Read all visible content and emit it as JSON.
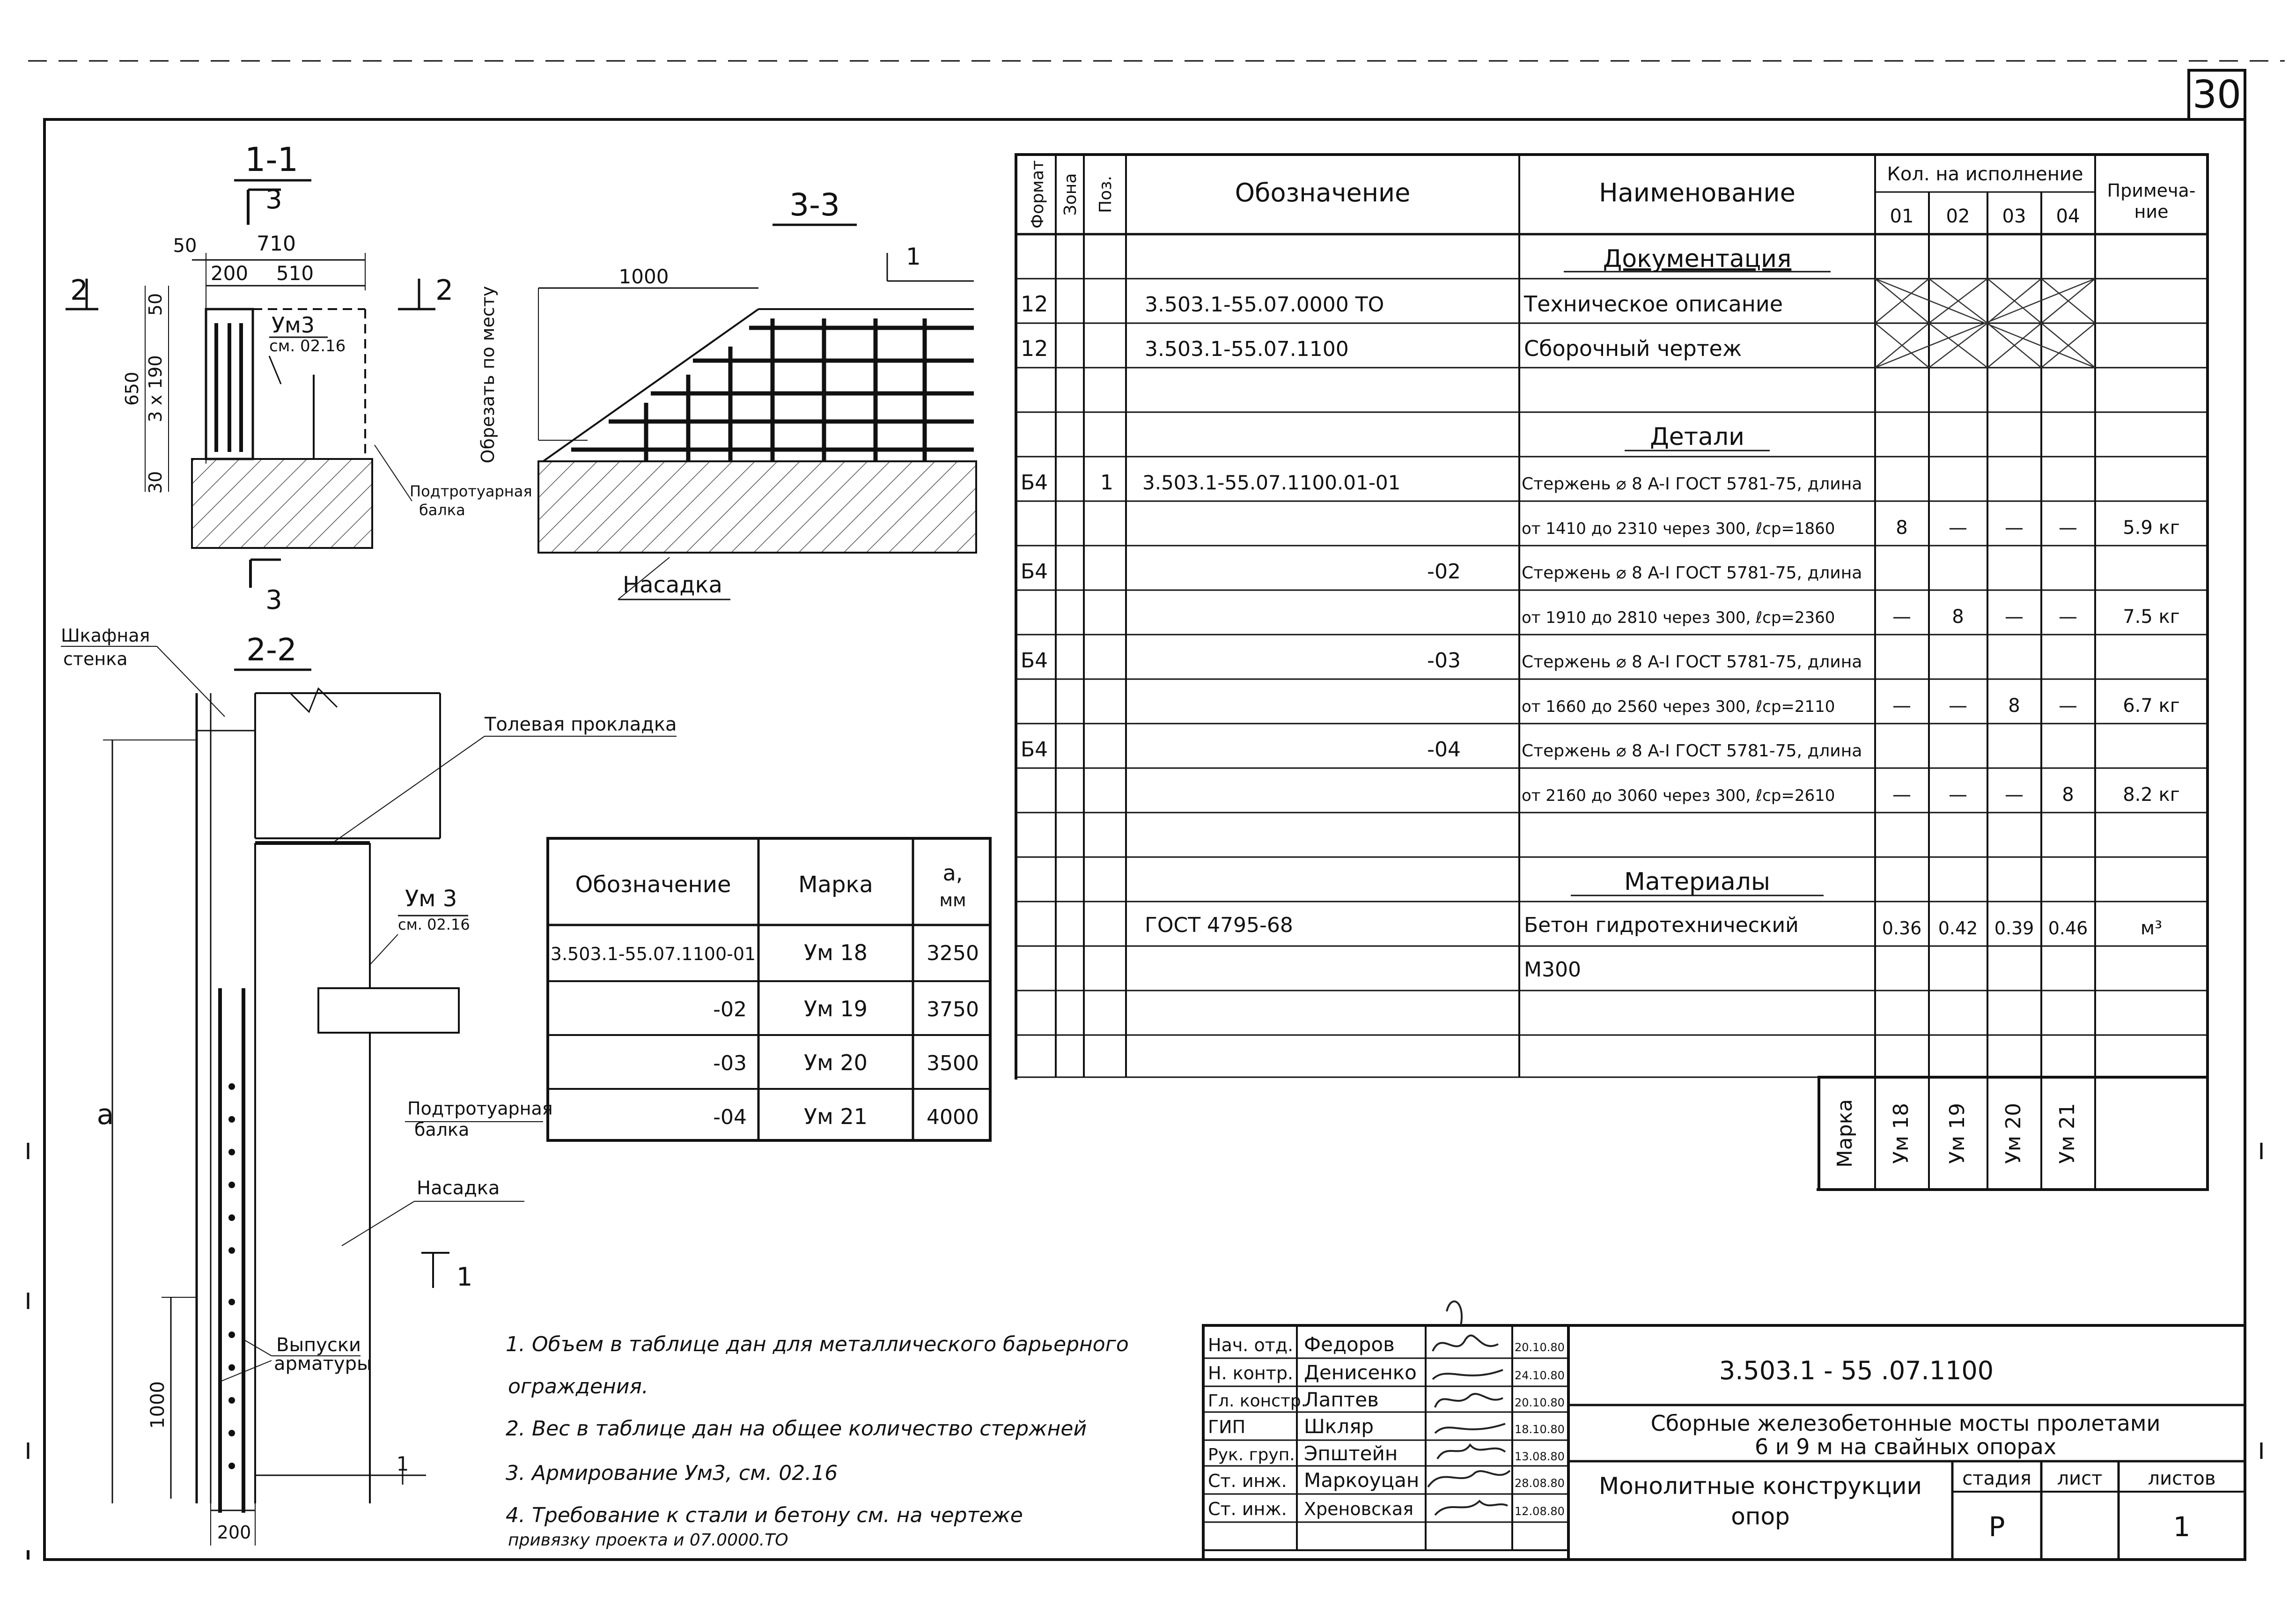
{
  "sheet_number": "30",
  "view_1_1": {
    "title": "1-1",
    "cut_ref": "3",
    "dims": {
      "top": "710",
      "left_offset": "50",
      "w1": "200",
      "w2": "510",
      "h_top": "50",
      "h_total": "650",
      "h_mid": "3 x 190",
      "h_bottom": "30"
    },
    "arrow_left": "2",
    "arrow_right": "2",
    "ref_label": "Ум3",
    "ref_sub": "см. 02.16",
    "beam_label": "Подтротуарная",
    "beam_label2": "балка"
  },
  "view_3_3": {
    "title": "3-3",
    "dim": "1000",
    "side_label": "Обрезать по месту",
    "tag": "1",
    "base_label": "Насадка"
  },
  "view_2_2": {
    "title": "2-2",
    "cabinet_label": "Шкафная",
    "cabinet_label2": "стенка",
    "tar_label": "Толевая прокладка",
    "ref_label": "Ум 3",
    "ref_sub": "см. 02.16",
    "beam_label": "Подтротуарная",
    "beam_label2": "балка",
    "cap_label": "Насадка",
    "dim_a": "a",
    "dim_1000": "1000",
    "dim_200": "200",
    "rebar_label": "Выпуски",
    "rebar_label2": "арматуры",
    "tag": "1",
    "sect_mark": "1"
  },
  "mark_table": {
    "headers": [
      "Обозначение",
      "Марка",
      "a,",
      "мм"
    ],
    "rows": [
      {
        "code": "3.503.1-55.07.1100-01",
        "mark": "Ум 18",
        "a": "3250"
      },
      {
        "code": "-02",
        "mark": "Ум 19",
        "a": "3750"
      },
      {
        "code": "-03",
        "mark": "Ум 20",
        "a": "3500"
      },
      {
        "code": "-04",
        "mark": "Ум 21",
        "a": "4000"
      }
    ]
  },
  "spec": {
    "headers": {
      "format": "Формат",
      "zone": "Зона",
      "pos": "Поз.",
      "designation": "Обозначение",
      "name": "Наименование",
      "qty": "Кол. на исполнение",
      "note": "Примеча-",
      "note2": "ние",
      "variants": [
        "01",
        "02",
        "03",
        "04"
      ]
    },
    "sections": {
      "doc": "Документация",
      "parts": "Детали",
      "materials": "Материалы"
    },
    "rows": [
      {
        "fmt": "12",
        "pos": "",
        "des": "3.503.1-55.07.0000 ТО",
        "name": "Техническое описание",
        "q": [
          "",
          "",
          "",
          ""
        ],
        "note": ""
      },
      {
        "fmt": "12",
        "pos": "",
        "des": "3.503.1-55.07.1100",
        "name": "Сборочный чертеж",
        "q": [
          "",
          "",
          "",
          ""
        ],
        "note": ""
      },
      {
        "fmt": "Б4",
        "pos": "1",
        "des": "3.503.1-55.07.1100.01-01",
        "name": "Стержень ⌀ 8 A-I ГОСТ 5781-75, длина",
        "q": [
          "",
          "",
          "",
          ""
        ],
        "note": ""
      },
      {
        "fmt": "",
        "pos": "",
        "des": "",
        "name": "от 1410 до 2310 через 300, ℓср=1860",
        "q": [
          "8",
          "—",
          "—",
          "—"
        ],
        "note": "5.9 кг"
      },
      {
        "fmt": "Б4",
        "pos": "",
        "des": "-02",
        "name": "Стержень ⌀ 8 A-I ГОСТ 5781-75, длина",
        "q": [
          "",
          "",
          "",
          ""
        ],
        "note": ""
      },
      {
        "fmt": "",
        "pos": "",
        "des": "",
        "name": "от 1910 до 2810 через 300, ℓср=2360",
        "q": [
          "—",
          "8",
          "—",
          "—"
        ],
        "note": "7.5 кг"
      },
      {
        "fmt": "Б4",
        "pos": "",
        "des": "-03",
        "name": "Стержень ⌀ 8 A-I ГОСТ 5781-75, длина",
        "q": [
          "",
          "",
          "",
          ""
        ],
        "note": ""
      },
      {
        "fmt": "",
        "pos": "",
        "des": "",
        "name": "от 1660 до 2560 через 300, ℓср=2110",
        "q": [
          "—",
          "—",
          "8",
          "—"
        ],
        "note": "6.7 кг"
      },
      {
        "fmt": "Б4",
        "pos": "",
        "des": "-04",
        "name": "Стержень ⌀ 8 A-I ГОСТ 5781-75, длина",
        "q": [
          "",
          "",
          "",
          ""
        ],
        "note": ""
      },
      {
        "fmt": "",
        "pos": "",
        "des": "",
        "name": "от 2160 до 3060 через 300, ℓср=2610",
        "q": [
          "—",
          "—",
          "—",
          "8"
        ],
        "note": "8.2 кг"
      },
      {
        "fmt": "",
        "pos": "",
        "des": "ГОСТ 4795-68",
        "name": "Бетон гидротехнический",
        "q": [
          "0.36",
          "0.42",
          "0.39",
          "0.46"
        ],
        "note": "м³"
      },
      {
        "fmt": "",
        "pos": "",
        "des": "",
        "name": "М300",
        "q": [
          "",
          "",
          "",
          ""
        ],
        "note": ""
      }
    ],
    "mark_label": "Марка",
    "marks": [
      "Ум 18",
      "Ум 19",
      "Ум 20",
      "Ум 21"
    ]
  },
  "notes": [
    "1. Объем в таблице дан для металлического барьерного",
    "ограждения.",
    "2. Вес в таблице дан на общее количество стержней",
    "3. Армирование Ум3, см. 02.16",
    "4. Требование к стали и бетону см. на чертеже",
    "привязку проекта и 07.0000.ТО"
  ],
  "title_block": {
    "code": "3.503.1 - 55 .07.1100",
    "project": "Сборные железобетонные мосты пролетами",
    "project2": "6 и 9 м на свайных опорах",
    "sheet_name": "Монолитные конструкции",
    "sheet_name2": "опор",
    "stage_label": "стадия",
    "sheet_label": "лист",
    "sheets_label": "листов",
    "stage": "Р",
    "sheet": "",
    "sheets": "1",
    "people": [
      {
        "role": "Нач. отд.",
        "name": "Федоров",
        "date": "20.10.80"
      },
      {
        "role": "Н. контр.",
        "name": "Денисенко",
        "date": "24.10.80"
      },
      {
        "role": "Гл. констр.",
        "name": "Лаптев",
        "date": "20.10.80"
      },
      {
        "role": "ГИП",
        "name": "Шкляр",
        "date": "18.10.80"
      },
      {
        "role": "Рук. груп.",
        "name": "Эпштейн",
        "date": "13.08.80"
      },
      {
        "role": "Ст. инж.",
        "name": "Маркоуцан",
        "date": "28.08.80"
      },
      {
        "role": "Ст. инж.",
        "name": "Хреновская",
        "date": "12.08.80"
      }
    ]
  }
}
